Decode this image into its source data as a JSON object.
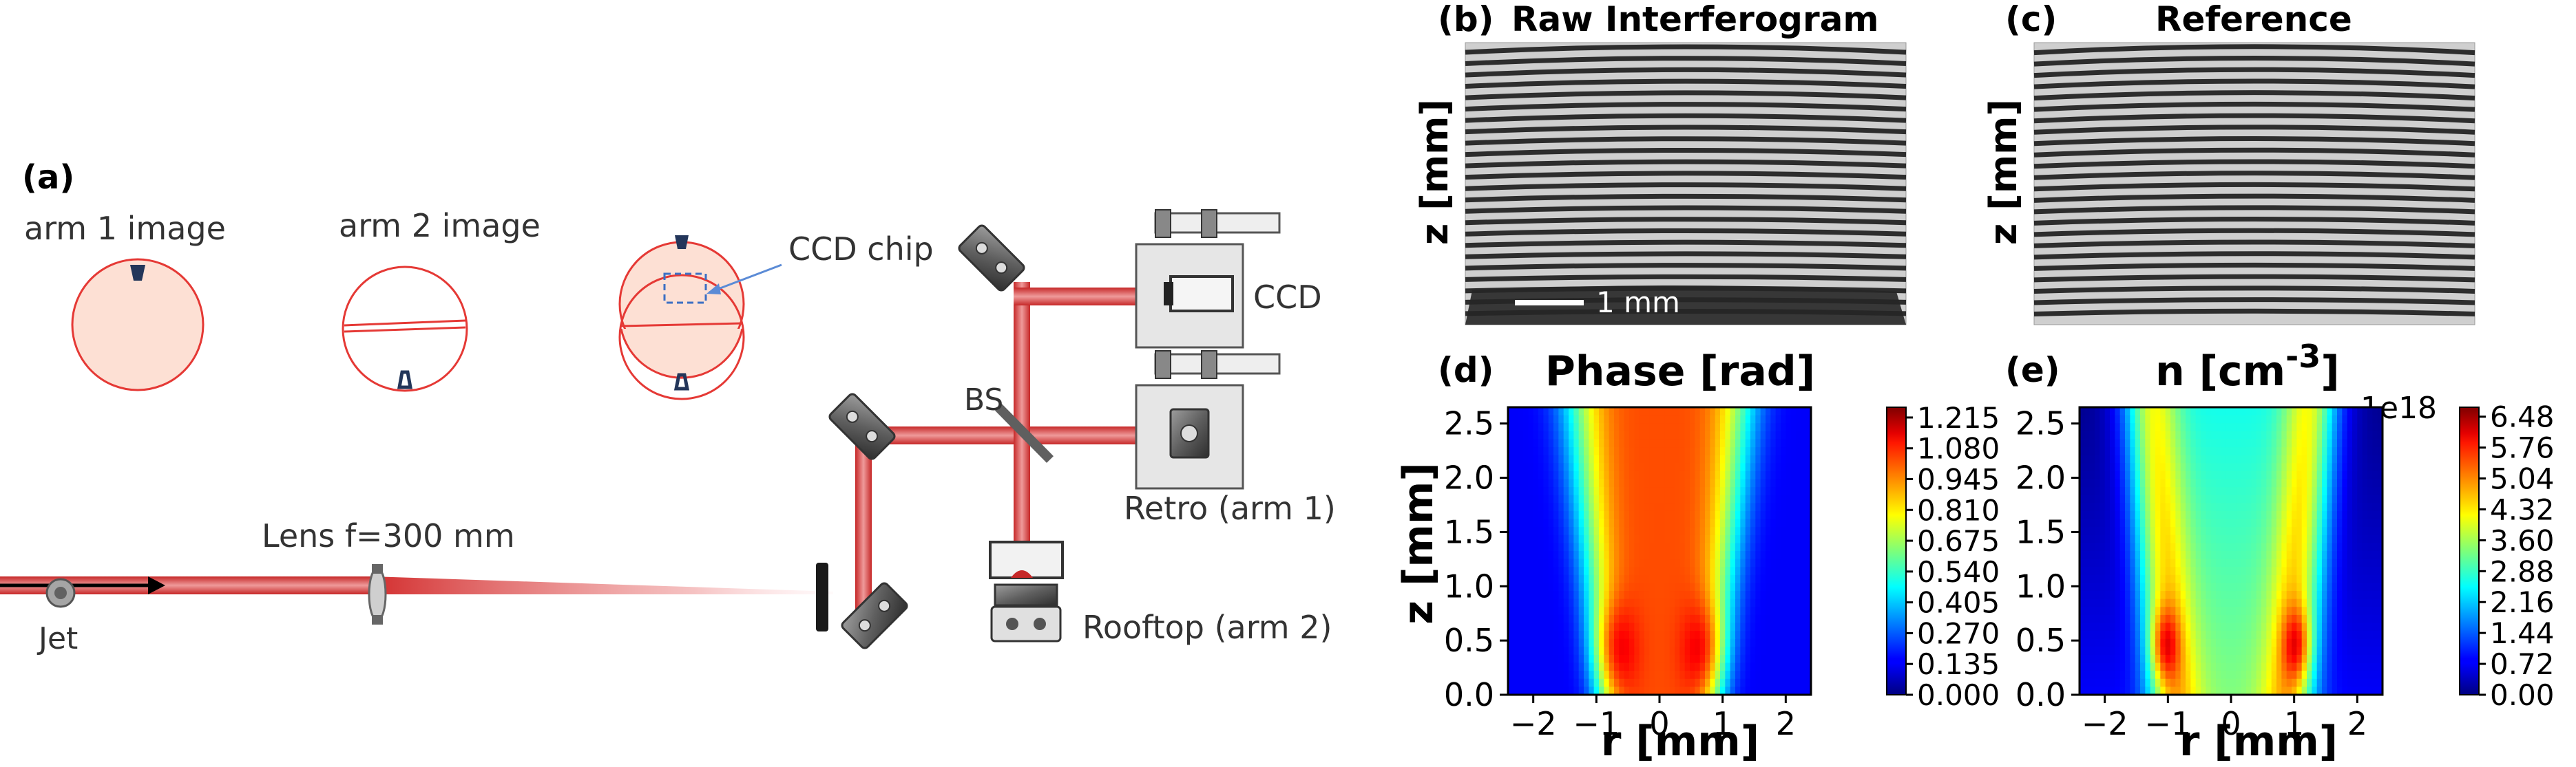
{
  "setup": {
    "panel_label": "(a)",
    "arm1_image": "arm 1 image",
    "arm2_image": "arm 2 image",
    "ccd_chip": "CCD chip",
    "ccd": "CCD",
    "bs": "BS",
    "retro": "Retro (arm 1)",
    "rooftop": "Rooftop (arm 2)",
    "lens": "Lens f=300 mm",
    "jet": "Jet"
  },
  "images": [
    {
      "label": "(b)",
      "title": "Raw Interferogram",
      "ylabel": "z [mm]",
      "scalebar": "1 mm"
    },
    {
      "label": "(c)",
      "title": "Reference",
      "ylabel": "z [mm]"
    }
  ],
  "chart_data": [
    {
      "type": "heatmap",
      "label": "(d)",
      "title": "Phase [rad]",
      "xlabel": "r [mm]",
      "ylabel": "z [mm]",
      "xlim": [
        -2.4,
        2.4
      ],
      "ylim": [
        0.0,
        2.65
      ],
      "xticks": [
        "−2",
        "−1",
        "0",
        "1",
        "2"
      ],
      "yticks": [
        "0.0",
        "0.5",
        "1.0",
        "1.5",
        "2.0",
        "2.5"
      ],
      "colorbar_ticks": [
        "0.000",
        "0.135",
        "0.270",
        "0.405",
        "0.540",
        "0.675",
        "0.810",
        "0.945",
        "1.080",
        "1.215"
      ],
      "colorbar_range": [
        0,
        1.26
      ],
      "colormap": "jet"
    },
    {
      "type": "heatmap",
      "label": "(e)",
      "title_main": "n [cm",
      "title_sup": "-3",
      "title_end": "]",
      "xlabel": "r [mm]",
      "ylabel": "z [mm]",
      "xlim": [
        -2.4,
        2.4
      ],
      "ylim": [
        0.0,
        2.65
      ],
      "xticks": [
        "−2",
        "−1",
        "0",
        "1",
        "2"
      ],
      "yticks": [
        "0.0",
        "0.5",
        "1.0",
        "1.5",
        "2.0",
        "2.5"
      ],
      "colorbar_ticks": [
        "0.00",
        "0.72",
        "1.44",
        "2.16",
        "2.88",
        "3.60",
        "4.32",
        "5.04",
        "5.76",
        "6.48"
      ],
      "colorbar_offset": "1e18",
      "colorbar_range": [
        0,
        6.7
      ],
      "colormap": "jet"
    }
  ]
}
